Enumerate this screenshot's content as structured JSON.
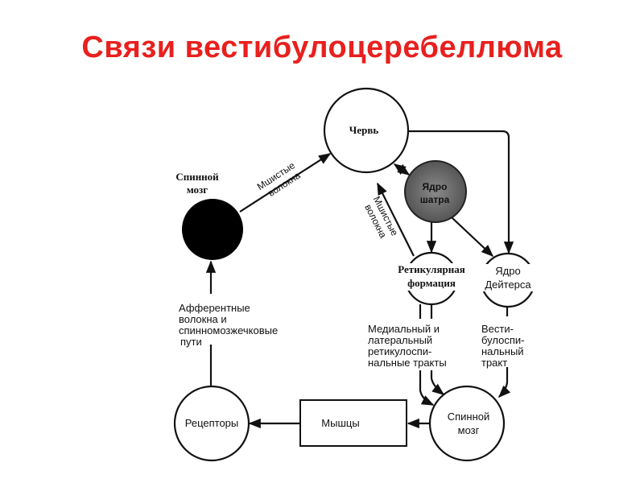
{
  "title": "Связи вестибулоцеребеллюма",
  "nodes": {
    "vermis": "Червь",
    "spinal_top_line1": "Спинной",
    "spinal_top_line2": "мозг",
    "fastigial_line1": "Ядро",
    "fastigial_line2": "шатра",
    "reticular_line1": "Ретикулярная",
    "reticular_line2": "формация",
    "deiters_line1": "Ядро",
    "deiters_line2": "Дейтерса",
    "receptors": "Рецепторы",
    "muscles": "Мышцы",
    "spinal_bottom_line1": "Спинной",
    "spinal_bottom_line2": "мозг"
  },
  "labels": {
    "mossy1_line1": "Мшистые",
    "mossy1_line2": "волокна",
    "mossy2_line1": "Мшистые",
    "mossy2_line2": "волокна",
    "afferent": [
      "Афферентные",
      "волокна и",
      "спинномозжечковые",
      "пути"
    ],
    "reticulospinal": [
      "Медиальный и",
      "латеральный",
      "ретикулоспи-",
      "нальные тракты"
    ],
    "vestibulospinal": [
      "Вести-",
      "булоспи-",
      "нальный",
      "тракт"
    ]
  },
  "colors": {
    "title": "#e8201e",
    "fastigial_fill": "#6a6a6a",
    "spinal_top_fill": "#000000"
  }
}
